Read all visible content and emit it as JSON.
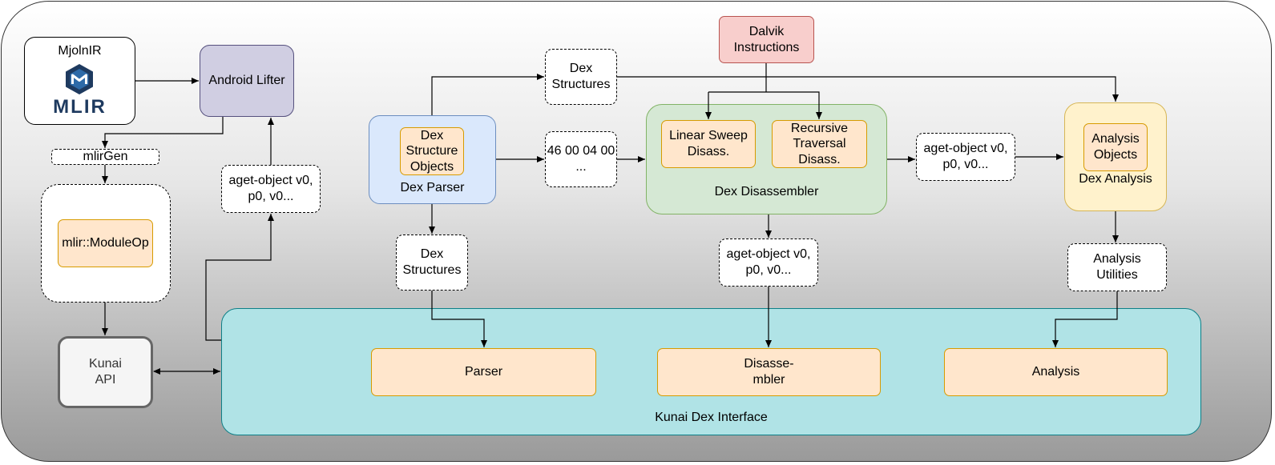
{
  "mlir_box": {
    "label": "MjolnIR",
    "logo_text": "MLIR"
  },
  "android_lifter": {
    "label": "Android Lifter"
  },
  "mlirgen": {
    "label": "mlirGen"
  },
  "module_op": {
    "label": "mlir::ModuleOp"
  },
  "kunai_api": {
    "label": "Kunai\nAPI"
  },
  "aget_left": {
    "label": "aget-object v0,\np0, v0..."
  },
  "dex_parser": {
    "label": "Dex Parser",
    "inner_label": "Dex\nStructure\nObjects"
  },
  "dex_structures_top": {
    "label": "Dex\nStructures"
  },
  "dex_structures_bottom": {
    "label": "Dex\nStructures"
  },
  "bytes_box": {
    "label": "46 00 04 00\n..."
  },
  "dalvik": {
    "label": "Dalvik\nInstructions"
  },
  "dex_disassembler": {
    "label": "Dex Disassembler",
    "linear": "Linear Sweep\nDisass.",
    "recursive": "Recursive\nTraversal\nDisass."
  },
  "aget_right": {
    "label": "aget-object v0,\np0, v0..."
  },
  "aget_middle": {
    "label": "aget-object v0,\np0, v0..."
  },
  "dex_analysis": {
    "label": "Dex Analysis",
    "inner_label": "Analysis\nObjects"
  },
  "analysis_utilities": {
    "label": "Analysis\nUtilities"
  },
  "kunai_dex_interface": {
    "label": "Kunai Dex Interface",
    "parser": "Parser",
    "disassembler": "Disasse-\nmbler",
    "analysis": "Analysis"
  },
  "colors": {
    "lifter": "#d0cee2",
    "parser": "#dae8fc",
    "dalvik": "#f8cecc",
    "disassembler": "#d5e8d4",
    "analysis": "#fff2cc",
    "interface": "#b0e3e6",
    "inner": "#ffe6cc",
    "logo": "#1e3a5f"
  }
}
